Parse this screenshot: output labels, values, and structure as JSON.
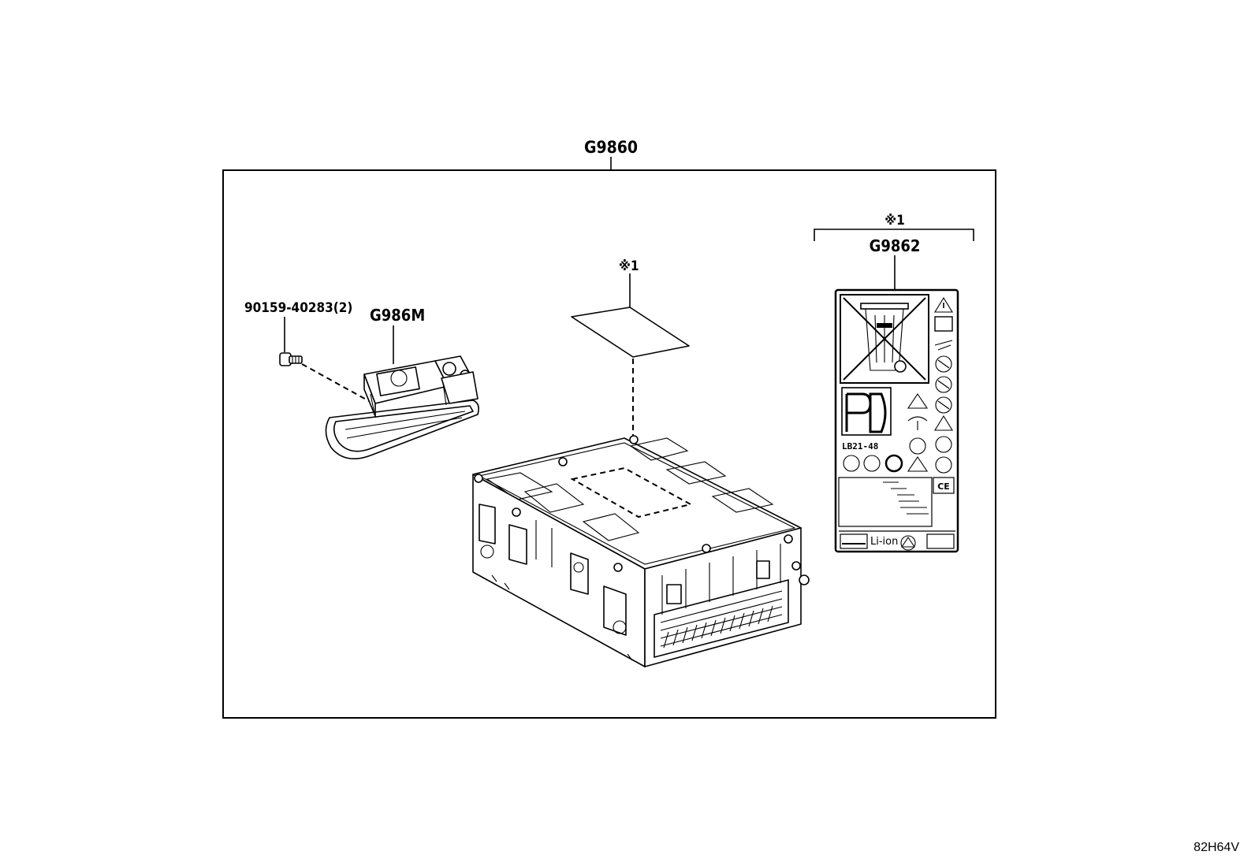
{
  "labels": {
    "assembly": "G9860",
    "note_mark_left": "※1",
    "note_mark_right": "※1",
    "label_part": "G9862",
    "bolt_part": "90159-40283(2)",
    "fan_part": "G986M",
    "battery_model": "LB21-48",
    "chemistry": "Li-ion",
    "ce_mark": "CE",
    "ref_code": "82H64V"
  }
}
